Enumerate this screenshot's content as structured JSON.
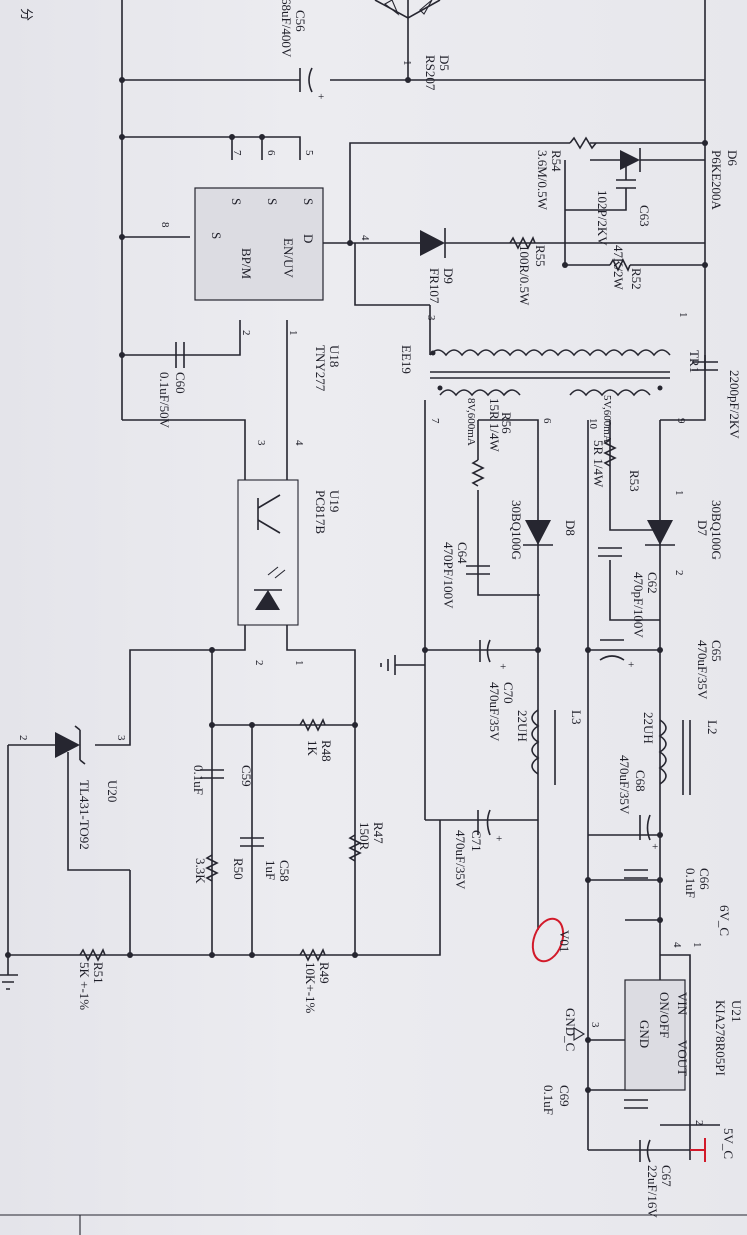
{
  "colors": {
    "paper": "#e9e9ed",
    "ink": "#262630",
    "annotation": "#d21a2a"
  },
  "labels": {
    "corner_mark": "分",
    "c56": "C56",
    "c56_val": "68uF/400V",
    "d5": "D5",
    "d5_val": "RS207",
    "d5_pin": "1",
    "d6": "D6",
    "d6_val": "P6KE200A",
    "r54": "R54",
    "r54_val": "3.6M/0.5W",
    "c63": "C63",
    "c63_val": "102P/2KV",
    "r52": "R52",
    "r52_val": "47K/2W",
    "r55": "R55",
    "r55_val": "100R/0.5W",
    "d9": "D9",
    "d9_val": "FR107",
    "u18": "U18",
    "u18_val": "TNY277",
    "u18_d": "D",
    "u18_s": "S",
    "u18_enuv": "EN/UV",
    "u18_bpm": "BP/M",
    "pin_1": "1",
    "pin_2": "2",
    "pin_3": "3",
    "pin_4": "4",
    "pin_5": "5",
    "pin_6": "6",
    "pin_7": "7",
    "pin_8": "8",
    "pin_9": "9",
    "pin_10": "10",
    "c60": "C60",
    "c60_val": "0.1uF/50V",
    "ee19": "EE19",
    "tr1": "TR1",
    "c_y": "2200pF/2KV",
    "r56": "R56",
    "r56_val": "15R 1/4W",
    "w8v": "8V,600mA",
    "r53": "R53",
    "r53_val": "5R 1/4W",
    "w5v": "5V,600mA",
    "d8": "D8",
    "d8_val": "30BQ100G",
    "d7": "D7",
    "d7_val": "30BQ100G",
    "c64": "C64",
    "c64_val": "470PF/100V",
    "c62": "C62",
    "c62_val": "470pF/100V",
    "u19": "U19",
    "u19_val": "PC817B",
    "c65": "C65",
    "c65_val": "470uF/35V",
    "c70": "C70",
    "c70_val": "470uF/35V",
    "l3": "L3",
    "l3_val": "22UH",
    "l2": "L2",
    "l2_val": "22UH",
    "c68": "C68",
    "c68_val": "470uF/35V",
    "r48": "R48",
    "r48_val": "1K",
    "c59": "C59",
    "c59_val": "0.1uF",
    "c58": "C58",
    "c58_val": "1uF",
    "r50": "R50",
    "r50_val": "3.3K",
    "r47": "R47",
    "r47_val": "150R",
    "c71": "C71",
    "c71_val": "470uF/35V",
    "c66": "C66",
    "c66_val": "0.1uF",
    "v6c": "6V_C",
    "u20": "U20",
    "u20_val": "TL431-TO92",
    "u21": "U21",
    "u21_val": "KIA278R05PI",
    "vin": "VIN",
    "vout": "VOUT",
    "onoff": "ON/OFF",
    "gnd": "GND",
    "gnd_c": "GND_C",
    "c69": "C69",
    "c69_val": "0.1uF",
    "v5c": "5V_C",
    "c67": "C67",
    "c67_val": "22uF/16V",
    "r51": "R51",
    "r51_val": "5K +-1%",
    "r49": "R49",
    "r49_val": "10K+-1%",
    "v01": "V01"
  }
}
